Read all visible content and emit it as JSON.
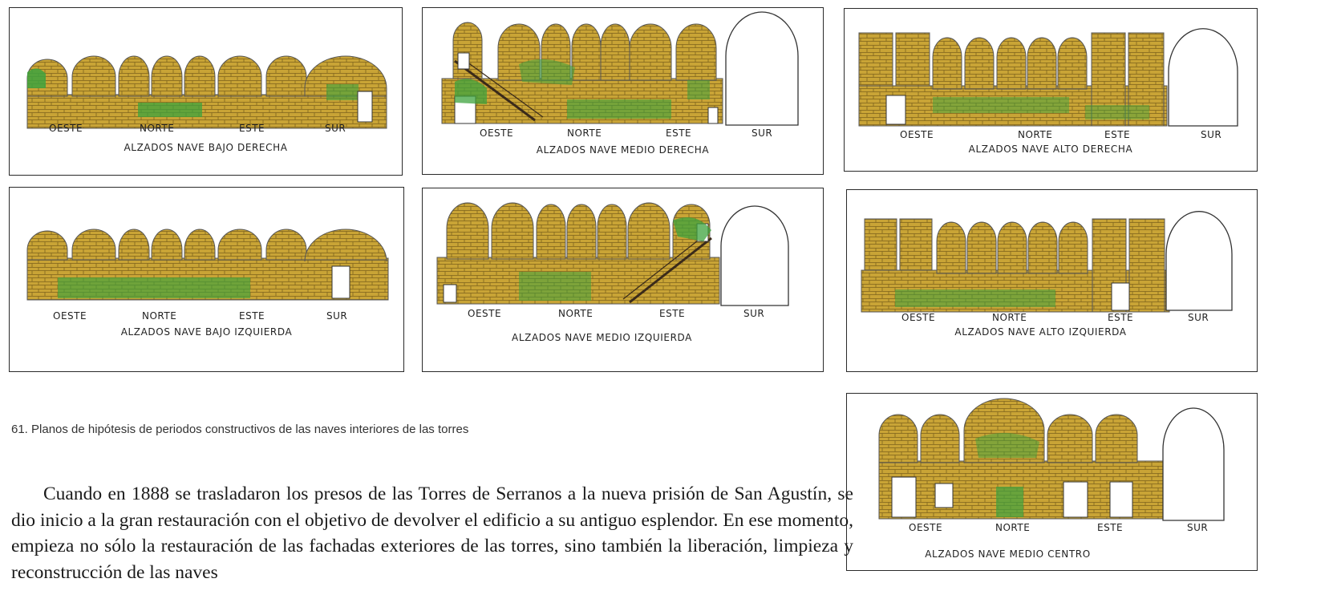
{
  "colors": {
    "brick": "#c9a436",
    "brick_line": "#7d621b",
    "moss": "#3ea33e",
    "frame": "#2a2a2a"
  },
  "direction_labels": {
    "oeste": "OESTE",
    "norte": "NORTE",
    "este": "ESTE",
    "sur": "SUR"
  },
  "panels": {
    "bajo_derecha": {
      "title": "ALZADOS NAVE BAJO DERECHA"
    },
    "medio_derecha": {
      "title": "ALZADOS NAVE MEDIO DERECHA"
    },
    "alto_derecha": {
      "title": "ALZADOS NAVE ALTO DERECHA"
    },
    "bajo_izquierda": {
      "title": "ALZADOS NAVE BAJO IZQUIERDA"
    },
    "medio_izquierda": {
      "title": "ALZADOS NAVE MEDIO IZQUIERDA"
    },
    "alto_izquierda": {
      "title": "ALZADOS NAVE ALTO IZQUIERDA"
    },
    "medio_centro": {
      "title": "ALZADOS NAVE MEDIO CENTRO"
    }
  },
  "caption": "61. Planos de hipótesis de periodos constructivos de las naves interiores de las torres",
  "paragraph": "Cuando en 1888 se trasladaron los presos de las Torres de Serranos a la nueva prisión de San Agustín, se dio inicio a la gran restauración con el objetivo de devolver el edificio a su antiguo esplendor. En ese momento, empieza no sólo la restauración de las fachadas exteriores de las torres, sino también la liberación, limpieza y reconstrucción de las naves"
}
